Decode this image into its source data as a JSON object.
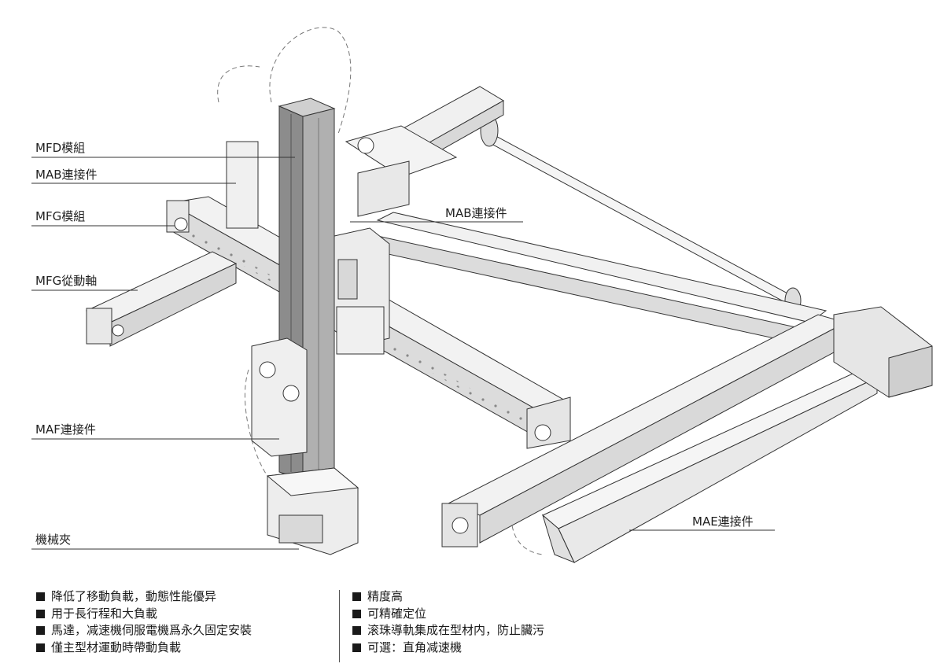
{
  "callouts": {
    "mfd_module": "MFD模組",
    "mab_connector_left": "MAB連接件",
    "mfg_module": "MFG模組",
    "mfg_driven_shaft": "MFG從動軸",
    "maf_connector": "MAF連接件",
    "gripper": "機械夾",
    "mab_connector_center": "MAB連接件",
    "mae_connector": "MAE連接件"
  },
  "features_left": [
    "降低了移動負載，動態性能優异",
    "用于長行程和大負載",
    "馬達，减速機伺服電機爲永久固定安裝",
    "僅主型材運動時帶動負載"
  ],
  "features_right": [
    "精度高",
    "可精確定位",
    "滚珠導軌集成在型材内，防止臟污",
    "可選：直角减速機"
  ],
  "colors": {
    "line": "#333333",
    "metal_light": "#f0f0f0",
    "metal_mid": "#cfcfcf",
    "column_dark": "#8a8a8a"
  }
}
